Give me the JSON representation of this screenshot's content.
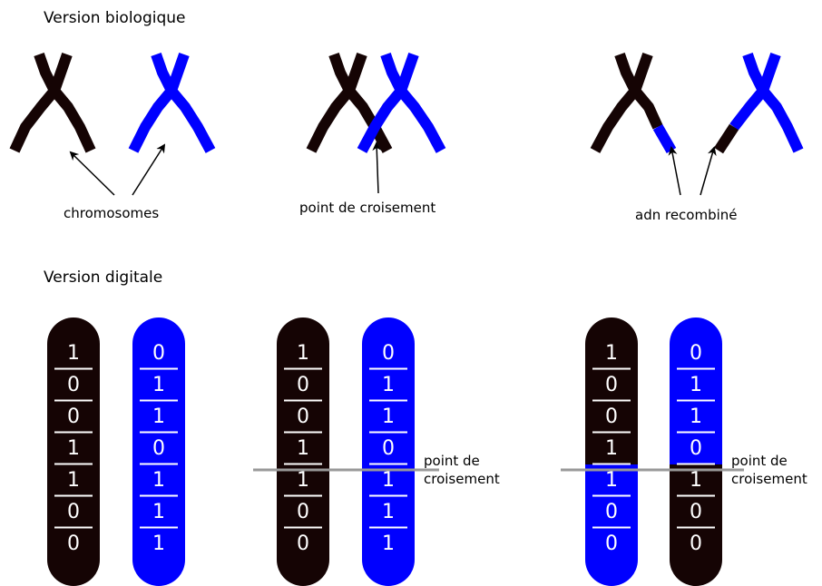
{
  "biological": {
    "title": "Version biologique",
    "label_chromosomes": "chromosomes",
    "label_crossover": "point de croisement",
    "label_recombined": "adn recombiné"
  },
  "digital": {
    "title": "Version digitale",
    "crossover_label_line1": "point de",
    "crossover_label_line2": "croisement",
    "parents": [
      {
        "bits": [
          "1",
          "0",
          "0",
          "1",
          "1",
          "0",
          "0"
        ]
      },
      {
        "bits": [
          "0",
          "1",
          "1",
          "0",
          "1",
          "1",
          "1"
        ]
      }
    ],
    "crossover_index": 4,
    "offspring": [
      {
        "bits": [
          "1",
          "0",
          "0",
          "1",
          "1",
          "0",
          "0"
        ],
        "segment_colors": [
          "black",
          "black",
          "black",
          "black",
          "blue",
          "blue",
          "blue"
        ]
      },
      {
        "bits": [
          "0",
          "1",
          "1",
          "0",
          "1",
          "0",
          "0"
        ],
        "segment_colors": [
          "blue",
          "blue",
          "blue",
          "blue",
          "black",
          "black",
          "black"
        ]
      }
    ]
  },
  "colors": {
    "black": "#150404",
    "blue": "#0000ff",
    "crossover_line": "#999999",
    "bit_text": "#ffffff"
  }
}
